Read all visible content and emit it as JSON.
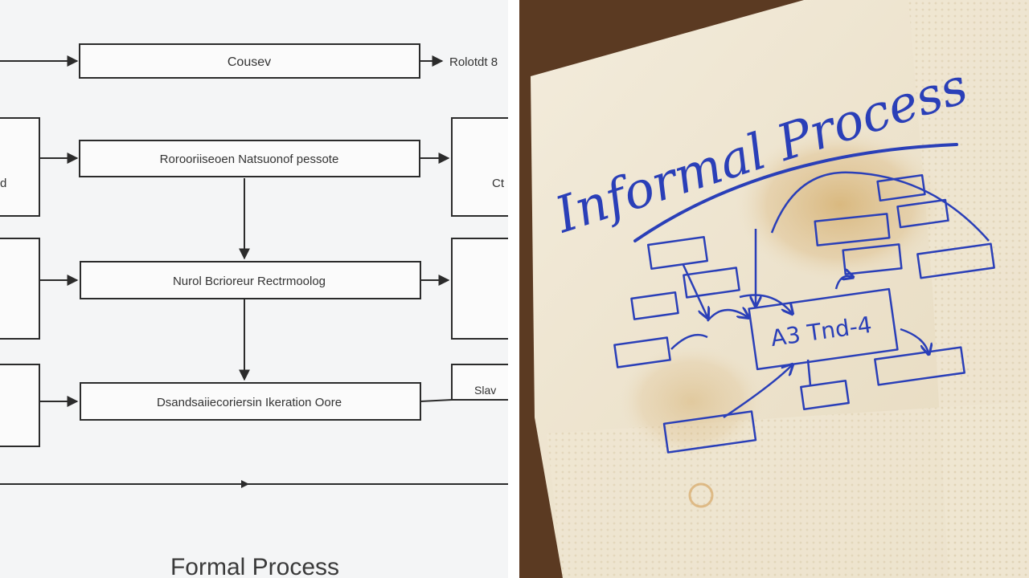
{
  "left_panel": {
    "title": "Formal Process",
    "boxes": {
      "top": "Cousev",
      "second": "Rorooriiseoen Natsuonof pessote",
      "third": "Nurol Bcrioreur Rectrmoolog",
      "fourth": "Dsandsaiiecoriersin Ikeration Oore"
    },
    "side_labels": {
      "top_right": "Rolotdt 8",
      "left_partial": "d",
      "right_partial": "Ct",
      "bottom_right": "Slav"
    }
  },
  "right_panel": {
    "title": "Informal Process",
    "center_node": "A3 Tnd-4",
    "ink_color": "#2a3fb8"
  },
  "colors": {
    "left_background": "#f4f5f6",
    "divider": "#ffffff",
    "line": "#2b2b2b",
    "napkin": "#efe6d2",
    "table": "#5b3a22"
  }
}
